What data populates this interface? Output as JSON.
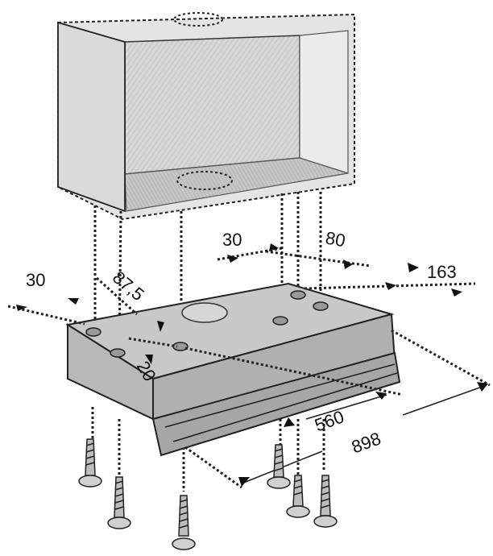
{
  "diagram": {
    "dimensions": {
      "d30_left": "30",
      "d87_5": "87,5",
      "d20": "20",
      "d30_top": "30",
      "d80": "80",
      "d163": "163",
      "d560": "560",
      "d898": "898"
    }
  },
  "colors": {
    "cabinet_face": "#e2e2e2",
    "cabinet_inner": "#cfcfcf",
    "hood_top": "#c9c9c9",
    "hood_front": "#b3b3b3",
    "outline": "#222222"
  }
}
